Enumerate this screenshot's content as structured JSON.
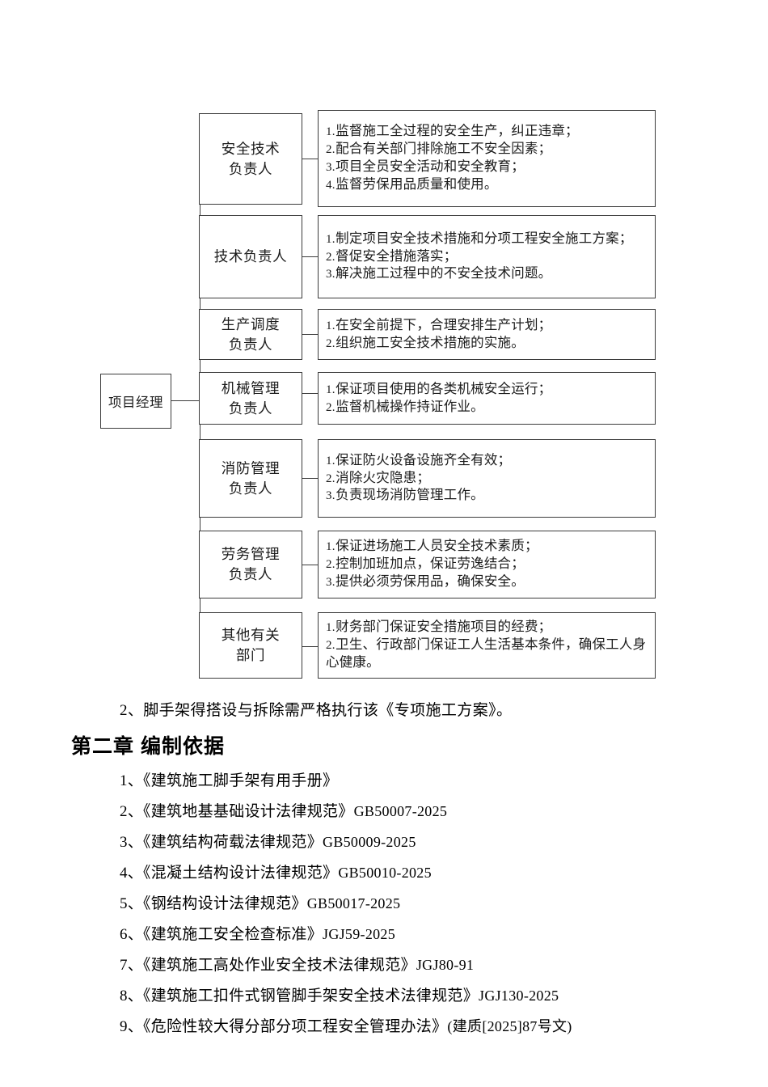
{
  "chart": {
    "root": {
      "label": "项目经理"
    },
    "nodes": [
      {
        "role": "安全技术\n负责人",
        "role_lines": [
          "安全技术",
          "负责人"
        ],
        "duties": [
          "监督施工全过程的安全生产，纠正违章；",
          "配合有关部门排除施工不安全因素；",
          "项目全员安全活动和安全教育；",
          "监督劳保用品质量和使用。"
        ]
      },
      {
        "role": "技术负责人",
        "role_lines": [
          "技术负责人"
        ],
        "duties": [
          "制定项目安全技术措施和分项工程安全施工方案；",
          "督促安全措施落实；",
          "解决施工过程中的不安全技术问题。"
        ]
      },
      {
        "role": "生产调度\n负责人",
        "role_lines": [
          "生产调度",
          "负责人"
        ],
        "duties": [
          "在安全前提下，合理安排生产计划；",
          "组织施工安全技术措施的实施。"
        ]
      },
      {
        "role": "机械管理\n负责人",
        "role_lines": [
          "机械管理",
          "负责人"
        ],
        "duties": [
          "保证项目使用的各类机械安全运行；",
          "监督机械操作持证作业。"
        ]
      },
      {
        "role": "消防管理\n负责人",
        "role_lines": [
          "消防管理",
          "负责人"
        ],
        "duties": [
          "保证防火设备设施齐全有效；",
          "消除火灾隐患；",
          "负责现场消防管理工作。"
        ]
      },
      {
        "role": "劳务管理\n负责人",
        "role_lines": [
          "劳务管理",
          "负责人"
        ],
        "duties": [
          "保证进场施工人员安全技术素质；",
          "控制加班加点，保证劳逸结合；",
          "提供必须劳保用品，确保安全。"
        ]
      },
      {
        "role": "其他有关\n部门",
        "role_lines": [
          "其他有关",
          "部门"
        ],
        "duties": [
          "财务部门保证安全措施项目的经费；",
          "卫生、行政部门保证工人生活基本条件，确保工人身心健康。"
        ]
      }
    ]
  },
  "content": {
    "note": "2、脚手架得搭设与拆除需严格执行该《专项施工方案》。",
    "chapter_heading": "第二章    编制依据",
    "references": [
      {
        "num": "1、",
        "title": "《建筑施工脚手架有用手册》",
        "code": ""
      },
      {
        "num": "2、",
        "title": "《建筑地基基础设计法律规范》",
        "code": "GB50007-2025"
      },
      {
        "num": "3、",
        "title": "《建筑结构荷载法律规范》",
        "code": "GB50009-2025"
      },
      {
        "num": "4、",
        "title": "《混凝土结构设计法律规范》",
        "code": "GB50010-2025"
      },
      {
        "num": "5、",
        "title": "《钢结构设计法律规范》",
        "code": "GB50017-2025"
      },
      {
        "num": "6、",
        "title": "《建筑施工安全检查标准》",
        "code": "JGJ59-2025"
      },
      {
        "num": "7、",
        "title": "《建筑施工高处作业安全技术法律规范》",
        "code": "JGJ80-91"
      },
      {
        "num": "8、",
        "title": "《建筑施工扣件式钢管脚手架安全技术法律规范》",
        "code": "JGJ130-2025"
      },
      {
        "num": "9、",
        "title": "《危险性较大得分部分项工程安全管理办法》",
        "code": "(建质[2025]87号文)"
      }
    ]
  },
  "colors": {
    "border": "#3c3c3c",
    "text": "#1b1b1b",
    "body_text": "#000000",
    "background": "#ffffff"
  }
}
